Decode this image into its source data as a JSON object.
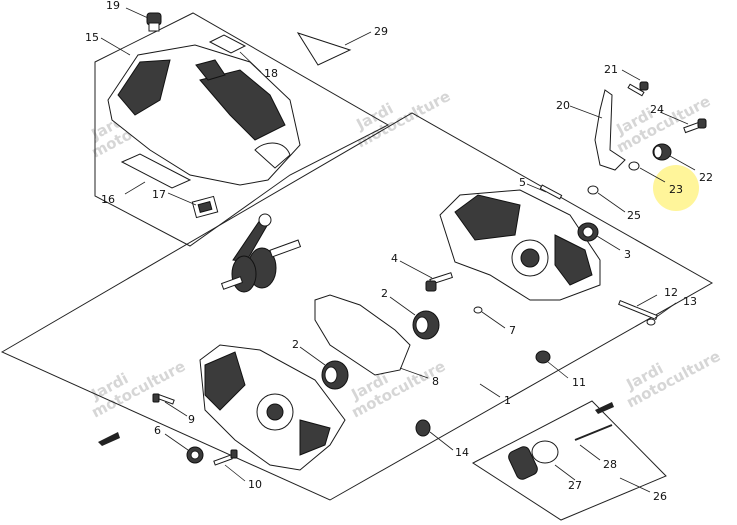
{
  "diagram": {
    "callouts": [
      {
        "id": "c1",
        "text": "1"
      },
      {
        "id": "c2a",
        "text": "2"
      },
      {
        "id": "c2b",
        "text": "2"
      },
      {
        "id": "c3",
        "text": "3"
      },
      {
        "id": "c4",
        "text": "4"
      },
      {
        "id": "c5",
        "text": "5"
      },
      {
        "id": "c6",
        "text": "6"
      },
      {
        "id": "c7",
        "text": "7"
      },
      {
        "id": "c8",
        "text": "8"
      },
      {
        "id": "c9",
        "text": "9"
      },
      {
        "id": "c10",
        "text": "10"
      },
      {
        "id": "c11",
        "text": "11"
      },
      {
        "id": "c12",
        "text": "12"
      },
      {
        "id": "c13",
        "text": "13"
      },
      {
        "id": "c14",
        "text": "14"
      },
      {
        "id": "c15",
        "text": "15"
      },
      {
        "id": "c16",
        "text": "16"
      },
      {
        "id": "c17",
        "text": "17"
      },
      {
        "id": "c18",
        "text": "18"
      },
      {
        "id": "c19",
        "text": "19"
      },
      {
        "id": "c20",
        "text": "20"
      },
      {
        "id": "c21",
        "text": "21"
      },
      {
        "id": "c22",
        "text": "22"
      },
      {
        "id": "c23",
        "text": "23"
      },
      {
        "id": "c24",
        "text": "24"
      },
      {
        "id": "c25",
        "text": "25"
      },
      {
        "id": "c26",
        "text": "26"
      },
      {
        "id": "c27",
        "text": "27"
      },
      {
        "id": "c28",
        "text": "28"
      },
      {
        "id": "c29",
        "text": "29"
      }
    ],
    "highlight": {
      "callout": "23",
      "color": "#fff59a"
    },
    "watermark": {
      "line1": "Jardi",
      "line2": "motoculture"
    }
  }
}
